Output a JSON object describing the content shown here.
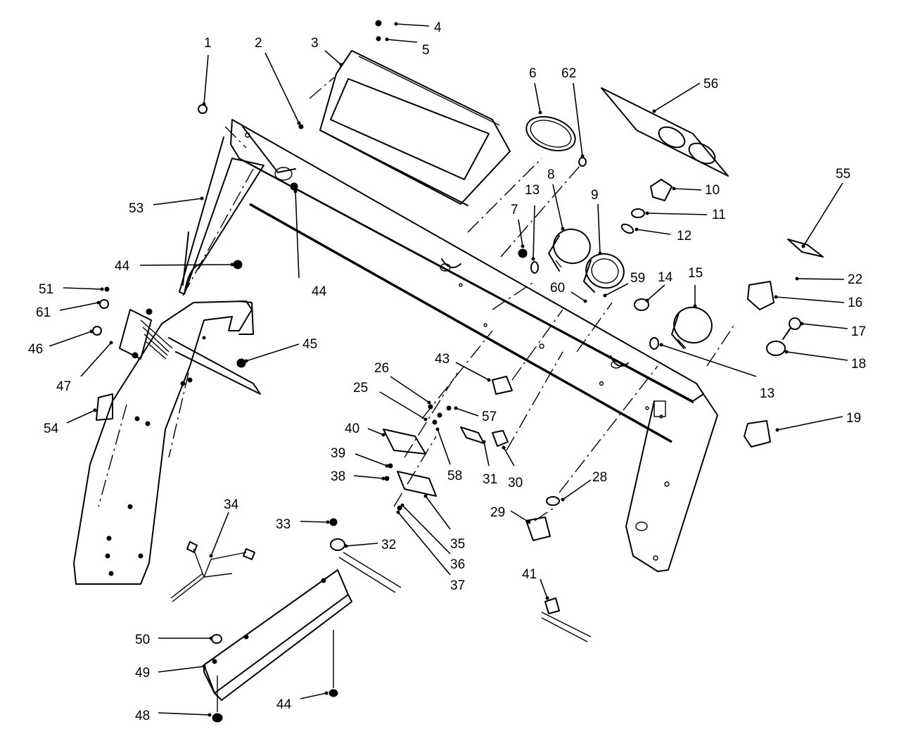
{
  "diagram": {
    "callouts": [
      {
        "id": "c1",
        "label": "1"
      },
      {
        "id": "c2",
        "label": "2"
      },
      {
        "id": "c3",
        "label": "3"
      },
      {
        "id": "c4",
        "label": "4"
      },
      {
        "id": "c5",
        "label": "5"
      },
      {
        "id": "c6",
        "label": "6"
      },
      {
        "id": "c62",
        "label": "62"
      },
      {
        "id": "c56",
        "label": "56"
      },
      {
        "id": "c55",
        "label": "55"
      },
      {
        "id": "c10",
        "label": "10"
      },
      {
        "id": "c11",
        "label": "11"
      },
      {
        "id": "c12",
        "label": "12"
      },
      {
        "id": "c8",
        "label": "8"
      },
      {
        "id": "c9",
        "label": "9"
      },
      {
        "id": "c13a",
        "label": "13"
      },
      {
        "id": "c7",
        "label": "7"
      },
      {
        "id": "c53",
        "label": "53"
      },
      {
        "id": "c44a",
        "label": "44"
      },
      {
        "id": "c44b",
        "label": "44"
      },
      {
        "id": "c51",
        "label": "51"
      },
      {
        "id": "c61",
        "label": "61"
      },
      {
        "id": "c46",
        "label": "46"
      },
      {
        "id": "c47",
        "label": "47"
      },
      {
        "id": "c45",
        "label": "45"
      },
      {
        "id": "c54",
        "label": "54"
      },
      {
        "id": "c14",
        "label": "14"
      },
      {
        "id": "c15",
        "label": "15"
      },
      {
        "id": "c59",
        "label": "59"
      },
      {
        "id": "c60",
        "label": "60"
      },
      {
        "id": "c22",
        "label": "22"
      },
      {
        "id": "c16",
        "label": "16"
      },
      {
        "id": "c17",
        "label": "17"
      },
      {
        "id": "c18",
        "label": "18"
      },
      {
        "id": "c13b",
        "label": "13"
      },
      {
        "id": "c19",
        "label": "19"
      },
      {
        "id": "c43",
        "label": "43"
      },
      {
        "id": "c26",
        "label": "26"
      },
      {
        "id": "c25",
        "label": "25"
      },
      {
        "id": "c57",
        "label": "57"
      },
      {
        "id": "c40",
        "label": "40"
      },
      {
        "id": "c58",
        "label": "58"
      },
      {
        "id": "c39",
        "label": "39"
      },
      {
        "id": "c38",
        "label": "38"
      },
      {
        "id": "c31",
        "label": "31"
      },
      {
        "id": "c30",
        "label": "30"
      },
      {
        "id": "c28",
        "label": "28"
      },
      {
        "id": "c29",
        "label": "29"
      },
      {
        "id": "c34",
        "label": "34"
      },
      {
        "id": "c33",
        "label": "33"
      },
      {
        "id": "c32",
        "label": "32"
      },
      {
        "id": "c35",
        "label": "35"
      },
      {
        "id": "c36",
        "label": "36"
      },
      {
        "id": "c37",
        "label": "37"
      },
      {
        "id": "c41",
        "label": "41"
      },
      {
        "id": "c50",
        "label": "50"
      },
      {
        "id": "c49",
        "label": "49"
      },
      {
        "id": "c44c",
        "label": "44"
      },
      {
        "id": "c48",
        "label": "48"
      }
    ]
  }
}
